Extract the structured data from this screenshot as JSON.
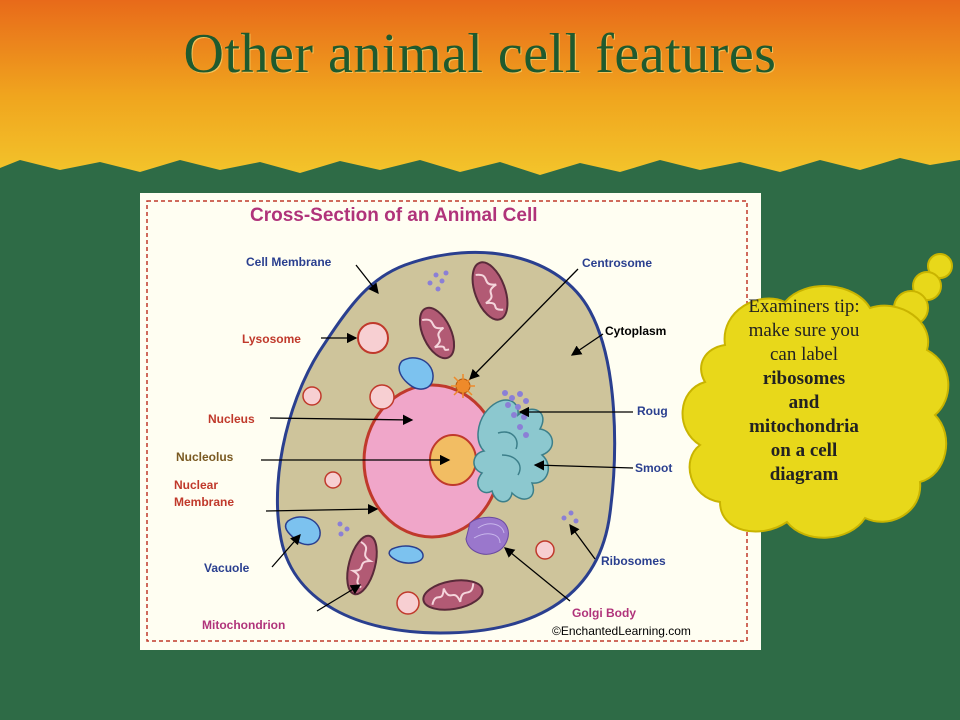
{
  "slide": {
    "title": "Other animal cell features"
  },
  "diagram": {
    "heading": "Cross-Section of an Animal Cell",
    "credit": "©EnchantedLearning.com",
    "labels": {
      "cell_membrane": "Cell Membrane",
      "lysosome": "Lysosome",
      "nucleus": "Nucleus",
      "nucleolus": "Nucleolus",
      "nuclear_membrane_1": "Nuclear",
      "nuclear_membrane_2": "Membrane",
      "vacuole": "Vacuole",
      "mitochondrion": "Mitochondrion",
      "centrosome": "Centrosome",
      "cytoplasm": "Cytoplasm",
      "rough": "Roug",
      "smooth": "Smoot",
      "ribosomes": "Ribosomes",
      "golgi_body": "Golgi Body"
    },
    "colors": {
      "cytoplasm": "#cec49b",
      "membrane": "#2a3f8f",
      "nucleus": "#f0a6c9",
      "nucleolus": "#f2bd63",
      "lysosome": "#f7cfd2",
      "vacuole": "#7cc2ef",
      "mitochondria": "#b25a74",
      "er": "#8cc8cf",
      "golgi": "#9a77cc",
      "label_blue": "#2a3f8f",
      "label_red": "#c0392b",
      "label_brown": "#7a5a22",
      "label_magenta": "#b0337a"
    }
  },
  "callout": {
    "line1": "Examiners tip:",
    "line2": "make sure you",
    "line3": "can label",
    "bold1": "ribosomes",
    "bold2": "and",
    "bold3": "mitochondria",
    "bold4": "on a cell",
    "bold5": "diagram",
    "color": "#e8d81a"
  }
}
